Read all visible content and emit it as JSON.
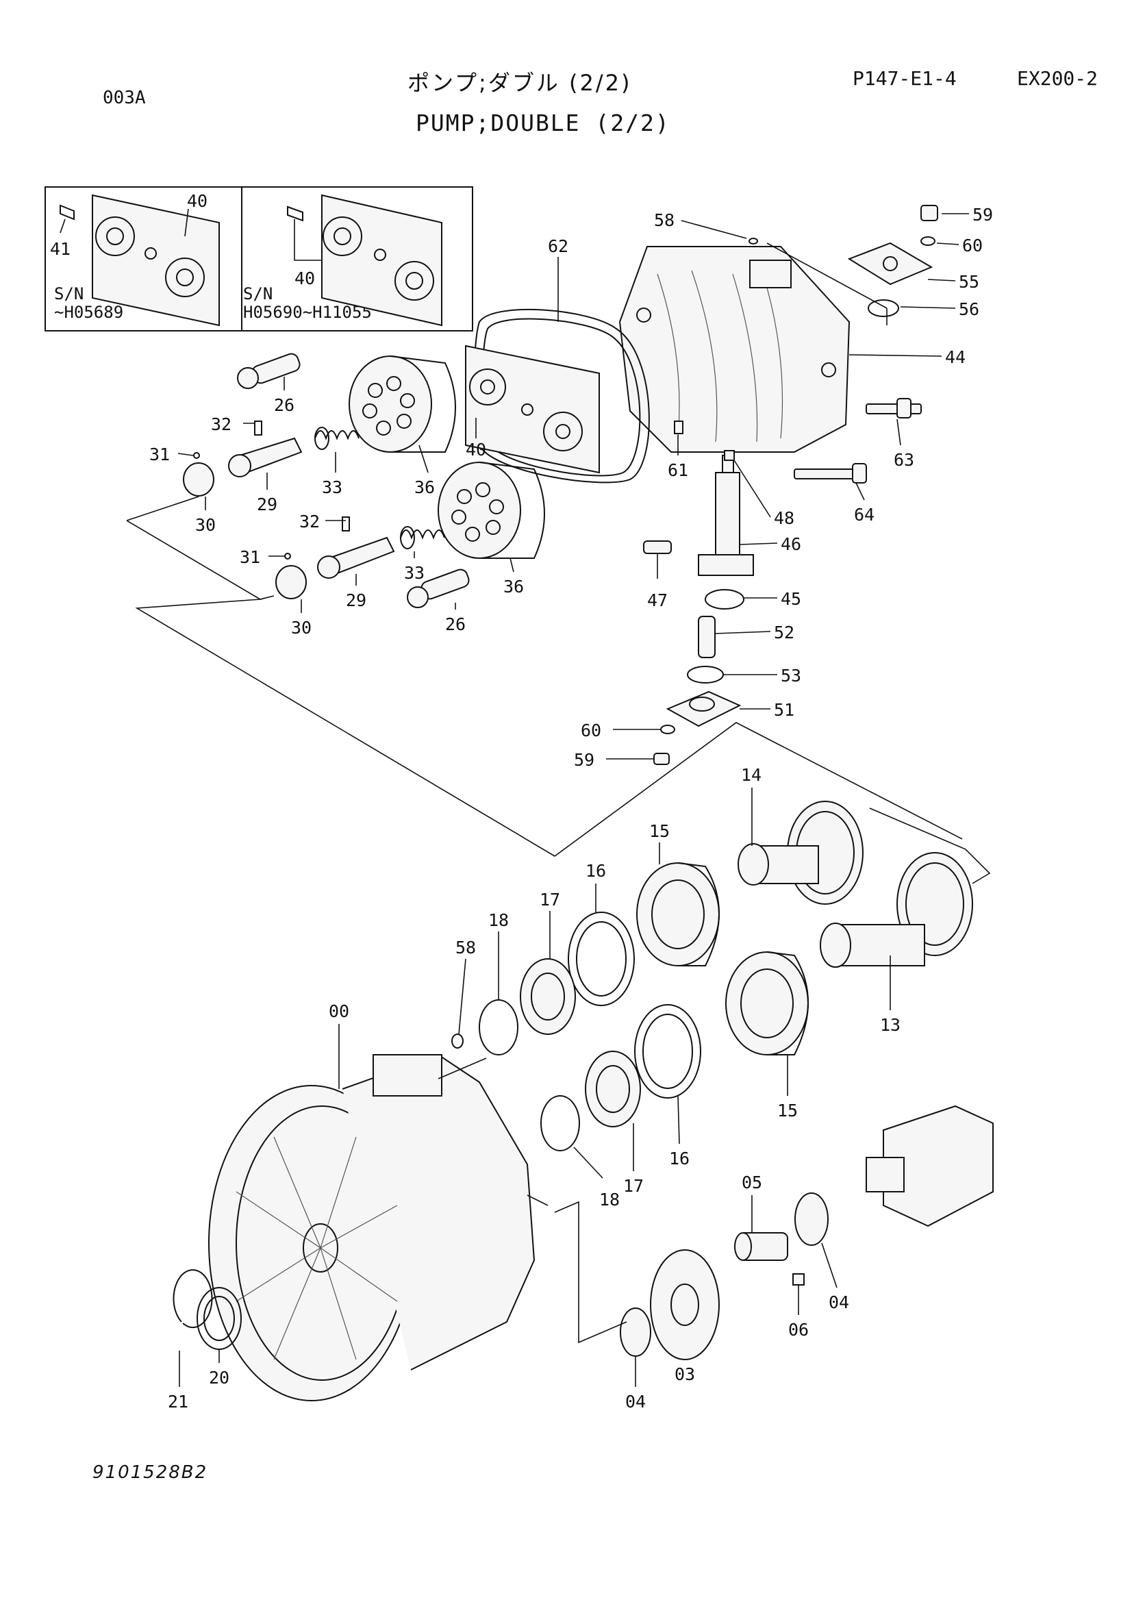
{
  "header": {
    "title_jp": "ポンプ;ダブル (2/2)",
    "title_en": "PUMP;DOUBLE (2/2)",
    "code": "003A",
    "page_ref": "P147-E1-4",
    "model": "EX200-2"
  },
  "inset": {
    "left_sn_line1": "S/N",
    "left_sn_line2": "~H05689",
    "right_sn_line1": "S/N",
    "right_sn_line2": "H05690~H11055"
  },
  "figure_number": "9101528B2",
  "callouts": {
    "c00": "00",
    "c03": "03",
    "c04a": "04",
    "c04b": "04",
    "c05": "05",
    "c06": "06",
    "c13": "13",
    "c14": "14",
    "c15a": "15",
    "c15b": "15",
    "c16a": "16",
    "c16b": "16",
    "c17a": "17",
    "c17b": "17",
    "c18a": "18",
    "c18b": "18",
    "c20": "20",
    "c21": "21",
    "c26a": "26",
    "c26b": "26",
    "c29a": "29",
    "c29b": "29",
    "c30a": "30",
    "c30b": "30",
    "c31a": "31",
    "c31b": "31",
    "c32a": "32",
    "c32b": "32",
    "c33a": "33",
    "c33b": "33",
    "c36a": "36",
    "c36b": "36",
    "c40a": "40",
    "c40b": "40",
    "c40c": "40",
    "c41": "41",
    "c44": "44",
    "c45": "45",
    "c46": "46",
    "c47": "47",
    "c48": "48",
    "c51": "51",
    "c52": "52",
    "c53": "53",
    "c55": "55",
    "c56": "56",
    "c58a": "58",
    "c58b": "58",
    "c59a": "59",
    "c59b": "59",
    "c60a": "60",
    "c60b": "60",
    "c61": "61",
    "c62": "62",
    "c63": "63",
    "c64": "64"
  }
}
